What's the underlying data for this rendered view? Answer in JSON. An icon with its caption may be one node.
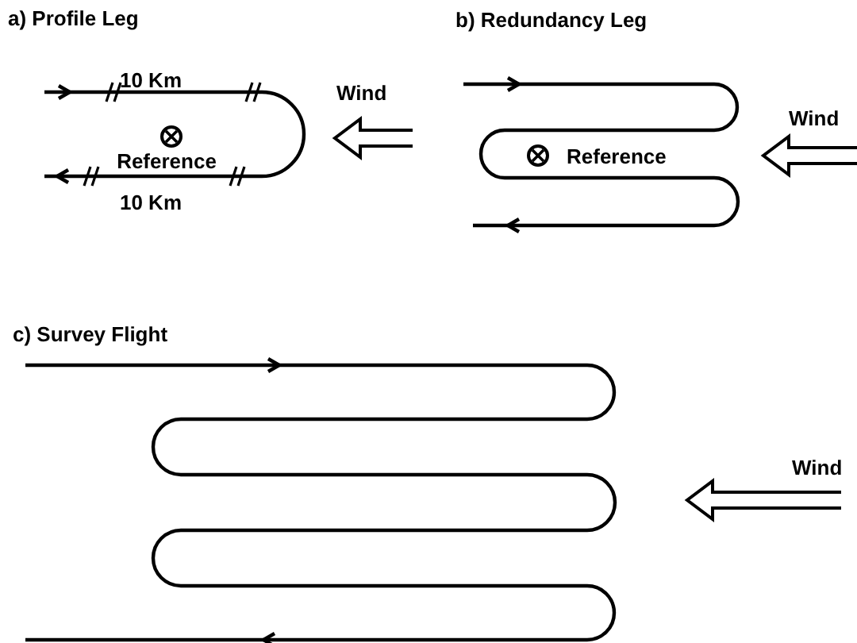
{
  "diagram": {
    "labels": [
      "a) Profile Leg",
      "10 Km",
      "Reference",
      "10 Km",
      "Wind",
      "b) Redundancy Leg",
      "Reference",
      "Wind",
      "c) Survey Flight",
      "Wind"
    ]
  }
}
